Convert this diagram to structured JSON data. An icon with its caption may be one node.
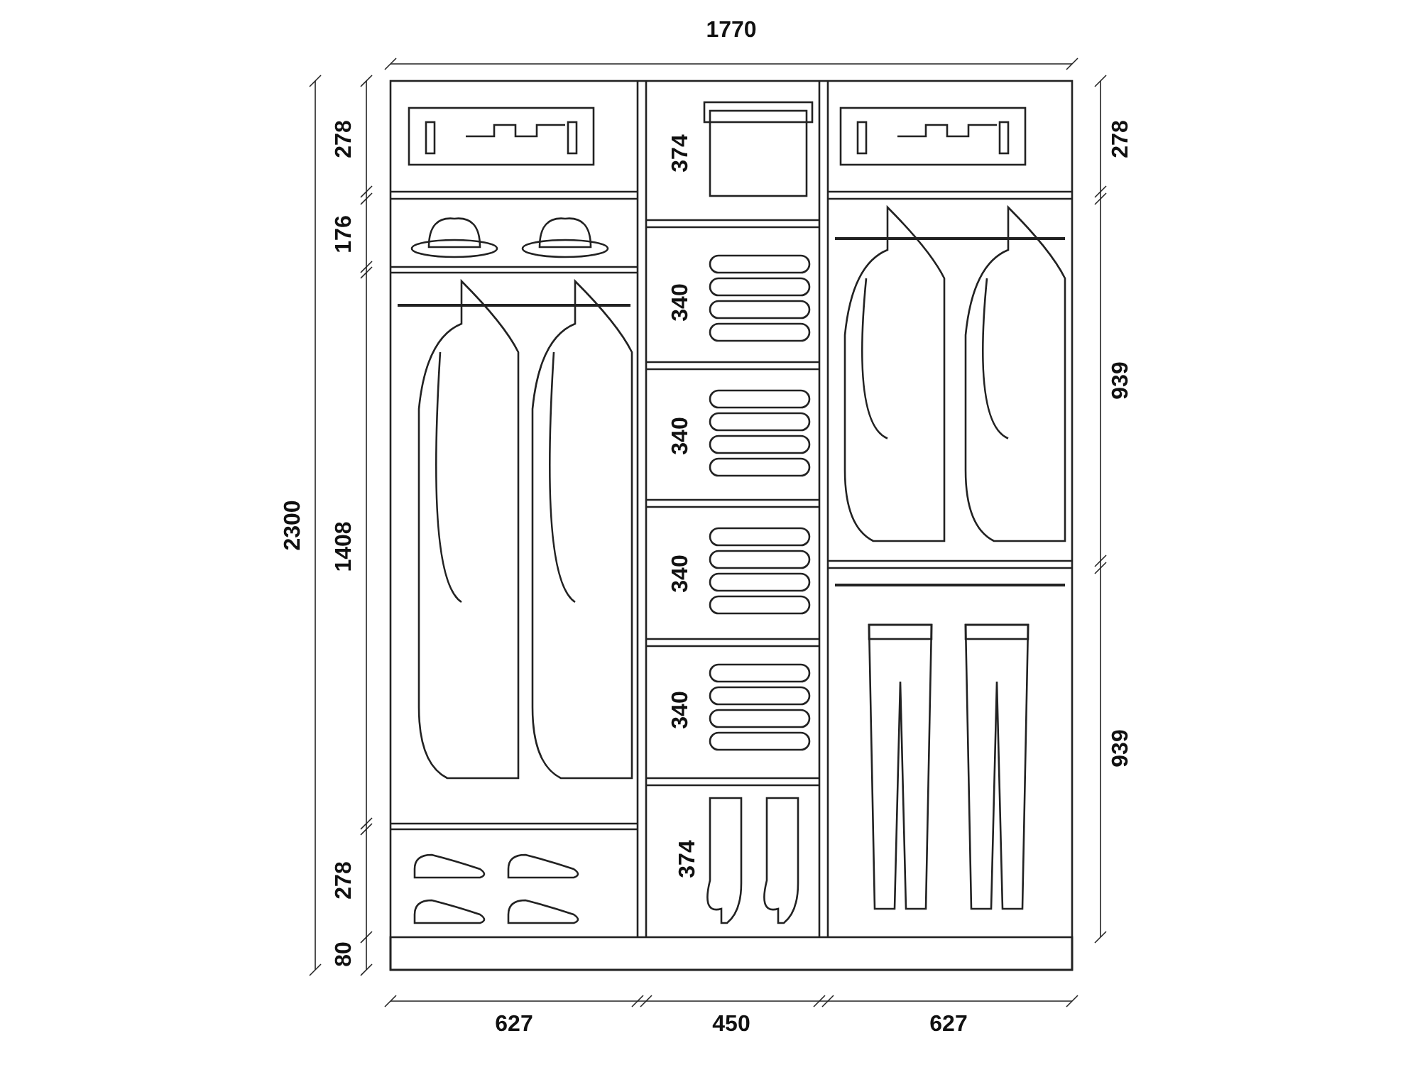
{
  "diagram": {
    "labels": [
      "1770",
      "278",
      "374",
      "278",
      "176",
      "340",
      "939",
      "2300",
      "1408",
      "340",
      "340",
      "340",
      "939",
      "278",
      "374",
      "80",
      "627",
      "450",
      "627"
    ]
  }
}
